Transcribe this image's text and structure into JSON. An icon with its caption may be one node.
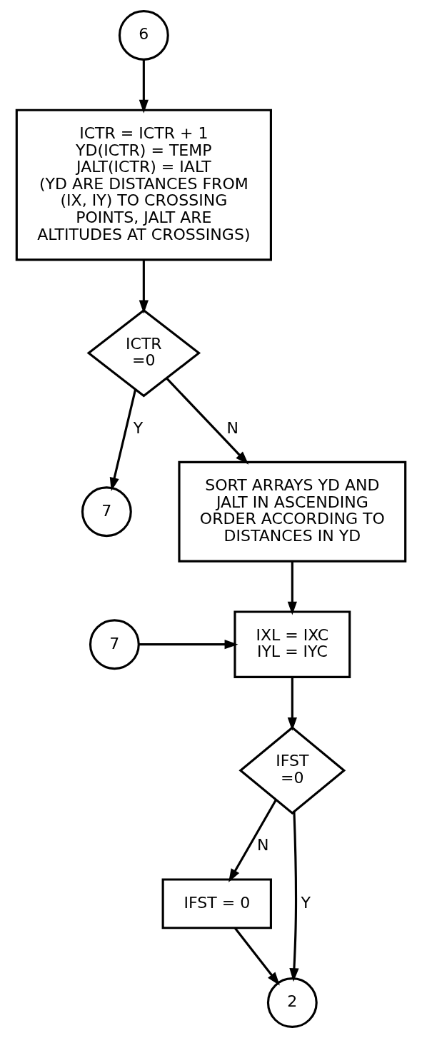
{
  "diagram": {
    "nodes": [
      {
        "text": [
          "6"
        ]
      },
      {
        "text": [
          "ICTR = ICTR + 1",
          "YD(ICTR) = TEMP",
          "JALT(ICTR) = IALT",
          "(YD ARE DISTANCES FROM (IX, IY) TO CROSSING POINTS, JALT ARE ALTITUDES AT CROSSINGS)"
        ]
      },
      {
        "text": [
          "ICTR =0"
        ]
      },
      {
        "text": [
          "7"
        ]
      },
      {
        "text": [
          "SORT ARRAYS YD AND JALT IN ASCENDING ORDER ACCORDING TO DISTANCES IN YD"
        ]
      },
      {
        "text": [
          "7"
        ]
      },
      {
        "text": [
          "IXL = IXC",
          "IYL = IYC"
        ]
      },
      {
        "text": [
          "IFST =0"
        ]
      },
      {
        "text": [
          "IFST = 0"
        ]
      },
      {
        "text": [
          "2"
        ]
      }
    ],
    "edges": [
      {
        "from": 0,
        "to": 1,
        "arrow": "to"
      },
      {
        "from": 1,
        "to": 2,
        "arrow": "to"
      },
      {
        "from": 2,
        "to": 3,
        "arrow": "to",
        "label": "Y"
      },
      {
        "from": 2,
        "to": 4,
        "arrow": "to",
        "label": "N"
      },
      {
        "from": 4,
        "to": 6,
        "arrow": "to"
      },
      {
        "from": 5,
        "to": 6,
        "arrow": "to"
      },
      {
        "from": 6,
        "to": 7,
        "arrow": "to"
      },
      {
        "from": 7,
        "to": 8,
        "arrow": "to",
        "label": "N"
      },
      {
        "from": 8,
        "to": 9,
        "arrow": "to"
      },
      {
        "from": 7,
        "to": 9,
        "arrow": "to",
        "label": "Y"
      }
    ]
  }
}
